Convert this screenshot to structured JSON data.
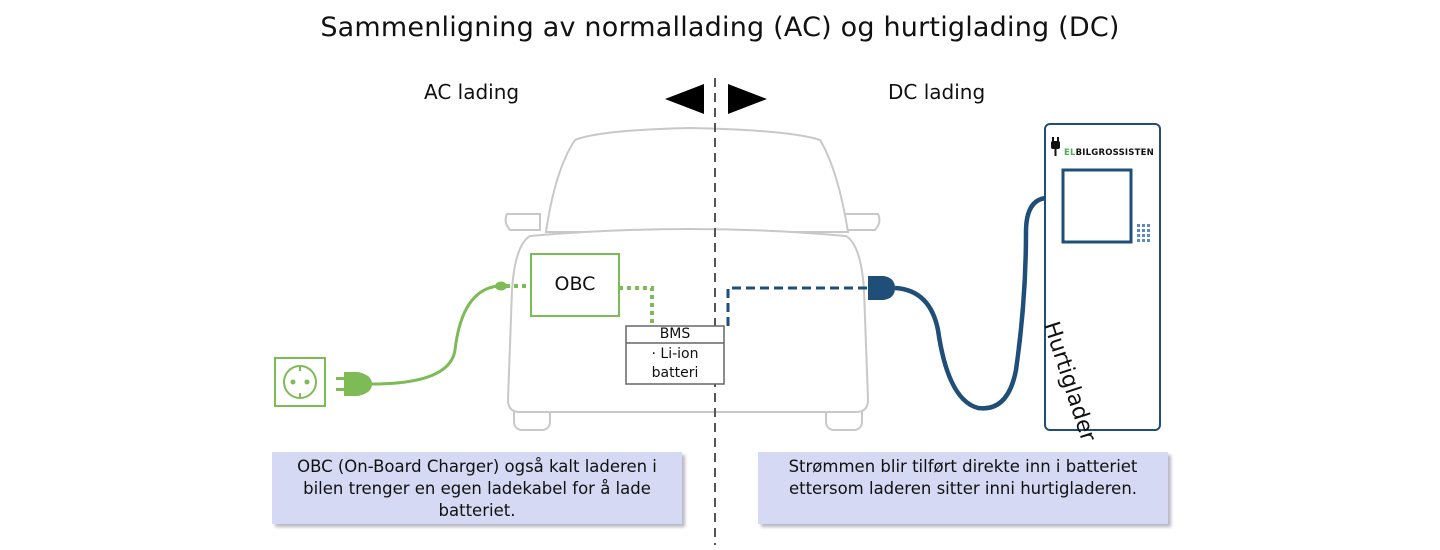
{
  "title": "Sammenligning av normallading (AC) og hurtiglading (DC)",
  "ac_section": {
    "label": "AC lading"
  },
  "dc_section": {
    "label": "DC lading"
  },
  "car": {
    "obc_label": "OBC",
    "battery": {
      "line1": "BMS",
      "line2": "· Li-ion",
      "line3": "batteri"
    }
  },
  "charger": {
    "brand_prefix": "EL",
    "brand_suffix": "BILGROSSISTEN",
    "label": "Hurtiglader"
  },
  "captions": {
    "ac_line1": "OBC (On-Board Charger) også kalt laderen i",
    "ac_line2": "bilen trenger en egen ladekabel for å lade",
    "ac_line3": "batteriet.",
    "dc_line1": "Strømmen blir tilført direkte inn i batteriet",
    "dc_line2": "ettersom laderen sitter inni hurtigladeren."
  },
  "colors": {
    "ac_green": "#7dbb57",
    "dc_blue": "#1f4e79",
    "car_outline": "#c8c8c8",
    "caption_bg": "#d6d9f4"
  },
  "icons": [
    "arrow-left-icon",
    "arrow-right-icon",
    "wall-socket-icon",
    "plug-icon",
    "dc-connector-icon",
    "charger-logo-icon"
  ]
}
